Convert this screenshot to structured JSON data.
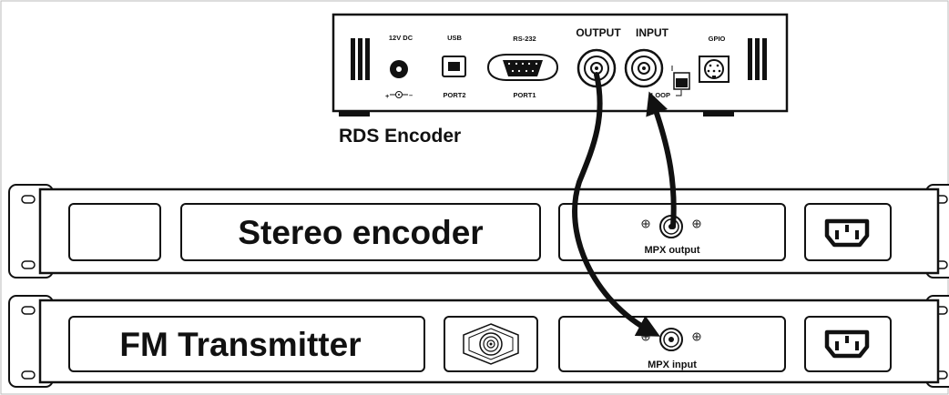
{
  "rds_encoder": {
    "title": "RDS Encoder",
    "labels": {
      "power": "12V DC",
      "usb": "USB",
      "rs232": "RS-232",
      "output": "OUTPUT",
      "input": "INPUT",
      "gpio": "GPIO",
      "port2": "PORT2",
      "port1": "PORT1",
      "loop": "LOOP"
    }
  },
  "stereo_encoder": {
    "title": "Stereo encoder",
    "port_label": "MPX output"
  },
  "fm_transmitter": {
    "title": "FM Transmitter",
    "port_label": "MPX input"
  },
  "colors": {
    "line": "#111111",
    "panel": "#ffffff",
    "frame_border": "#bbbbbb"
  }
}
